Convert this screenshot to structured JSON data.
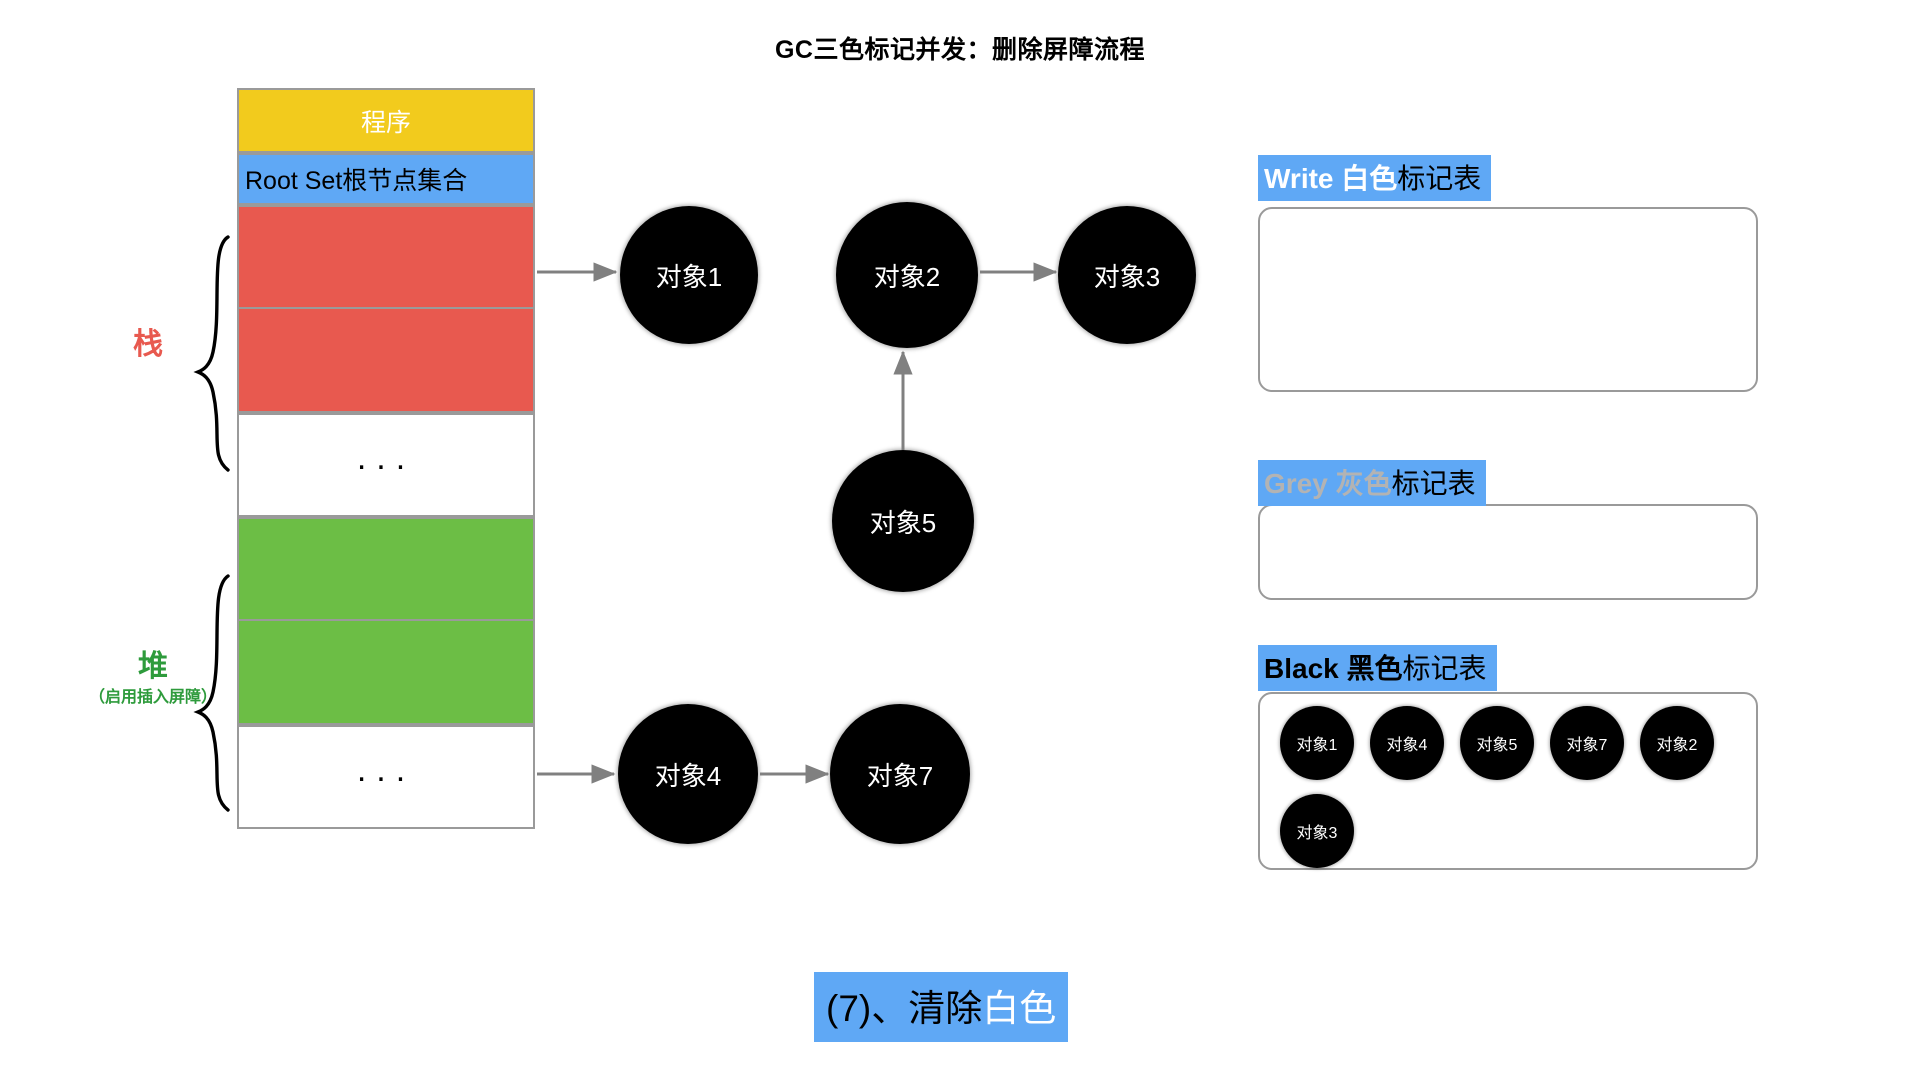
{
  "title": "GC三色标记并发：删除屏障流程",
  "memory_column": {
    "program_label": "程序",
    "root_set_label": "Root Set根节点集合",
    "ellipsis": "...",
    "cells": [
      {
        "name": "program",
        "label": "程序",
        "color": "#F2CB1D"
      },
      {
        "name": "root-set",
        "label": "Root Set根节点集合",
        "color": "#5FA8F5"
      },
      {
        "name": "stack-slot-1",
        "label": "",
        "color": "#E8594F"
      },
      {
        "name": "stack-slot-2",
        "label": "",
        "color": "#E8594F"
      },
      {
        "name": "stack-ellipsis",
        "label": "...",
        "color": "#FFFFFF"
      },
      {
        "name": "heap-slot-1",
        "label": "",
        "color": "#6CBE45"
      },
      {
        "name": "heap-slot-2",
        "label": "",
        "color": "#6CBE45"
      },
      {
        "name": "heap-ellipsis",
        "label": "...",
        "color": "#FFFFFF"
      }
    ]
  },
  "side_labels": {
    "stack": {
      "text": "栈",
      "color": "#E8594F",
      "sub": ""
    },
    "heap": {
      "text": "堆",
      "color": "#2E9B3C",
      "sub": "（启用插入屏障）"
    }
  },
  "graph": {
    "nodes": [
      {
        "id": "obj1",
        "label": "对象1"
      },
      {
        "id": "obj2",
        "label": "对象2"
      },
      {
        "id": "obj3",
        "label": "对象3"
      },
      {
        "id": "obj5",
        "label": "对象5"
      },
      {
        "id": "obj4",
        "label": "对象4"
      },
      {
        "id": "obj7",
        "label": "对象7"
      }
    ],
    "edges": [
      {
        "from": "root-set-stack-slot-1",
        "to": "obj1"
      },
      {
        "from": "obj2",
        "to": "obj3"
      },
      {
        "from": "obj5",
        "to": "obj2"
      },
      {
        "from": "heap-slot-2",
        "to": "obj4"
      },
      {
        "from": "obj4",
        "to": "obj7"
      }
    ]
  },
  "mark_tables": [
    {
      "name": "white",
      "head_en": "Write",
      "head_color_cn": " 白色",
      "head_rest": "标记表",
      "en_color": "#FFFFFF",
      "cn_color": "#FFFFFF",
      "items": []
    },
    {
      "name": "grey",
      "head_en": "Grey",
      "head_color_cn": " 灰色",
      "head_rest": "标记表",
      "en_color": "#B3B3B3",
      "cn_color": "#B3B3B3",
      "items": []
    },
    {
      "name": "black",
      "head_en": "Black",
      "head_color_cn": " 黑色",
      "head_rest": "标记表",
      "en_color": "#000000",
      "cn_color": "#000000",
      "items": [
        "对象1",
        "对象4",
        "对象5",
        "对象7",
        "对象2",
        "对象3"
      ]
    }
  ],
  "caption": {
    "prefix": "(7)、清除",
    "highlight": "白色",
    "background": "#5FA8F5"
  },
  "colors": {
    "yellow": "#F2CB1D",
    "blue": "#5FA8F5",
    "red": "#E8594F",
    "green": "#6CBE45",
    "node": "#000000",
    "border": "#9A9A9A",
    "arrow": "#808080"
  }
}
